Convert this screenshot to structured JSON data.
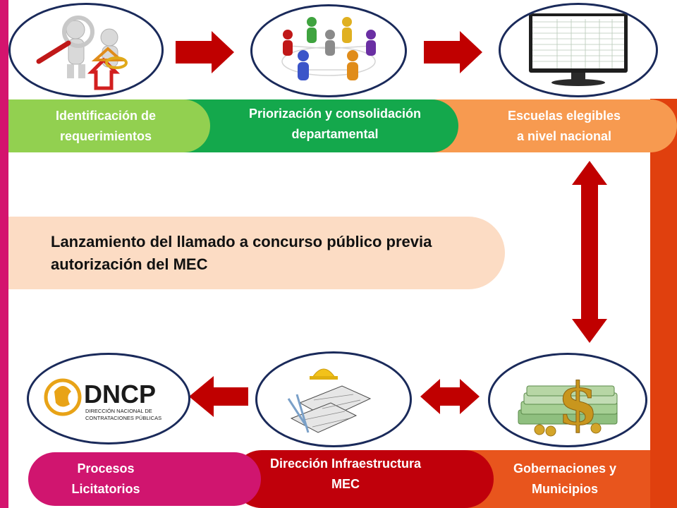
{
  "colors": {
    "frame_left": "#d4146e",
    "frame_right": "#e0400e",
    "green_light": "#92d050",
    "green_dark": "#14a84c",
    "orange": "#f79a50",
    "magenta": "#d0156f",
    "red_dark": "#c0000b",
    "orange_red": "#e8551d",
    "arrow_red": "#c00000",
    "oval_border": "#1a2a5a",
    "banner_bg": "#fcdcc4"
  },
  "steps": {
    "identificacion": {
      "line1": "Identificación de",
      "line2": "requerimientos",
      "icon": "magnifier-figures-house-icon"
    },
    "priorizacion": {
      "line1": "Priorización y consolidación",
      "line2": "departamental",
      "icon": "people-network-icon"
    },
    "escuelas": {
      "line1": "Escuelas elegibles",
      "line2": "a nivel nacional",
      "icon": "monitor-spreadsheet-icon"
    },
    "gobernaciones": {
      "line1": "Gobernaciones y",
      "line2": "Municipios",
      "icon": "money-dollar-icon"
    },
    "direccion": {
      "line1": "Dirección Infraestructura",
      "line2": "MEC",
      "icon": "blueprints-helmet-icon"
    },
    "procesos": {
      "line1": "Procesos",
      "line2": "Licitatorios",
      "icon": "dncp-logo"
    }
  },
  "banner": {
    "line1": "Lanzamiento del llamado a concurso público previa",
    "line2": "autorización del MEC"
  },
  "dncp_logo": {
    "title": "DNCP",
    "line1": "DIRECCIÓN NACIONAL DE",
    "line2": "CONTRATACIONES PÚBLICAS"
  }
}
